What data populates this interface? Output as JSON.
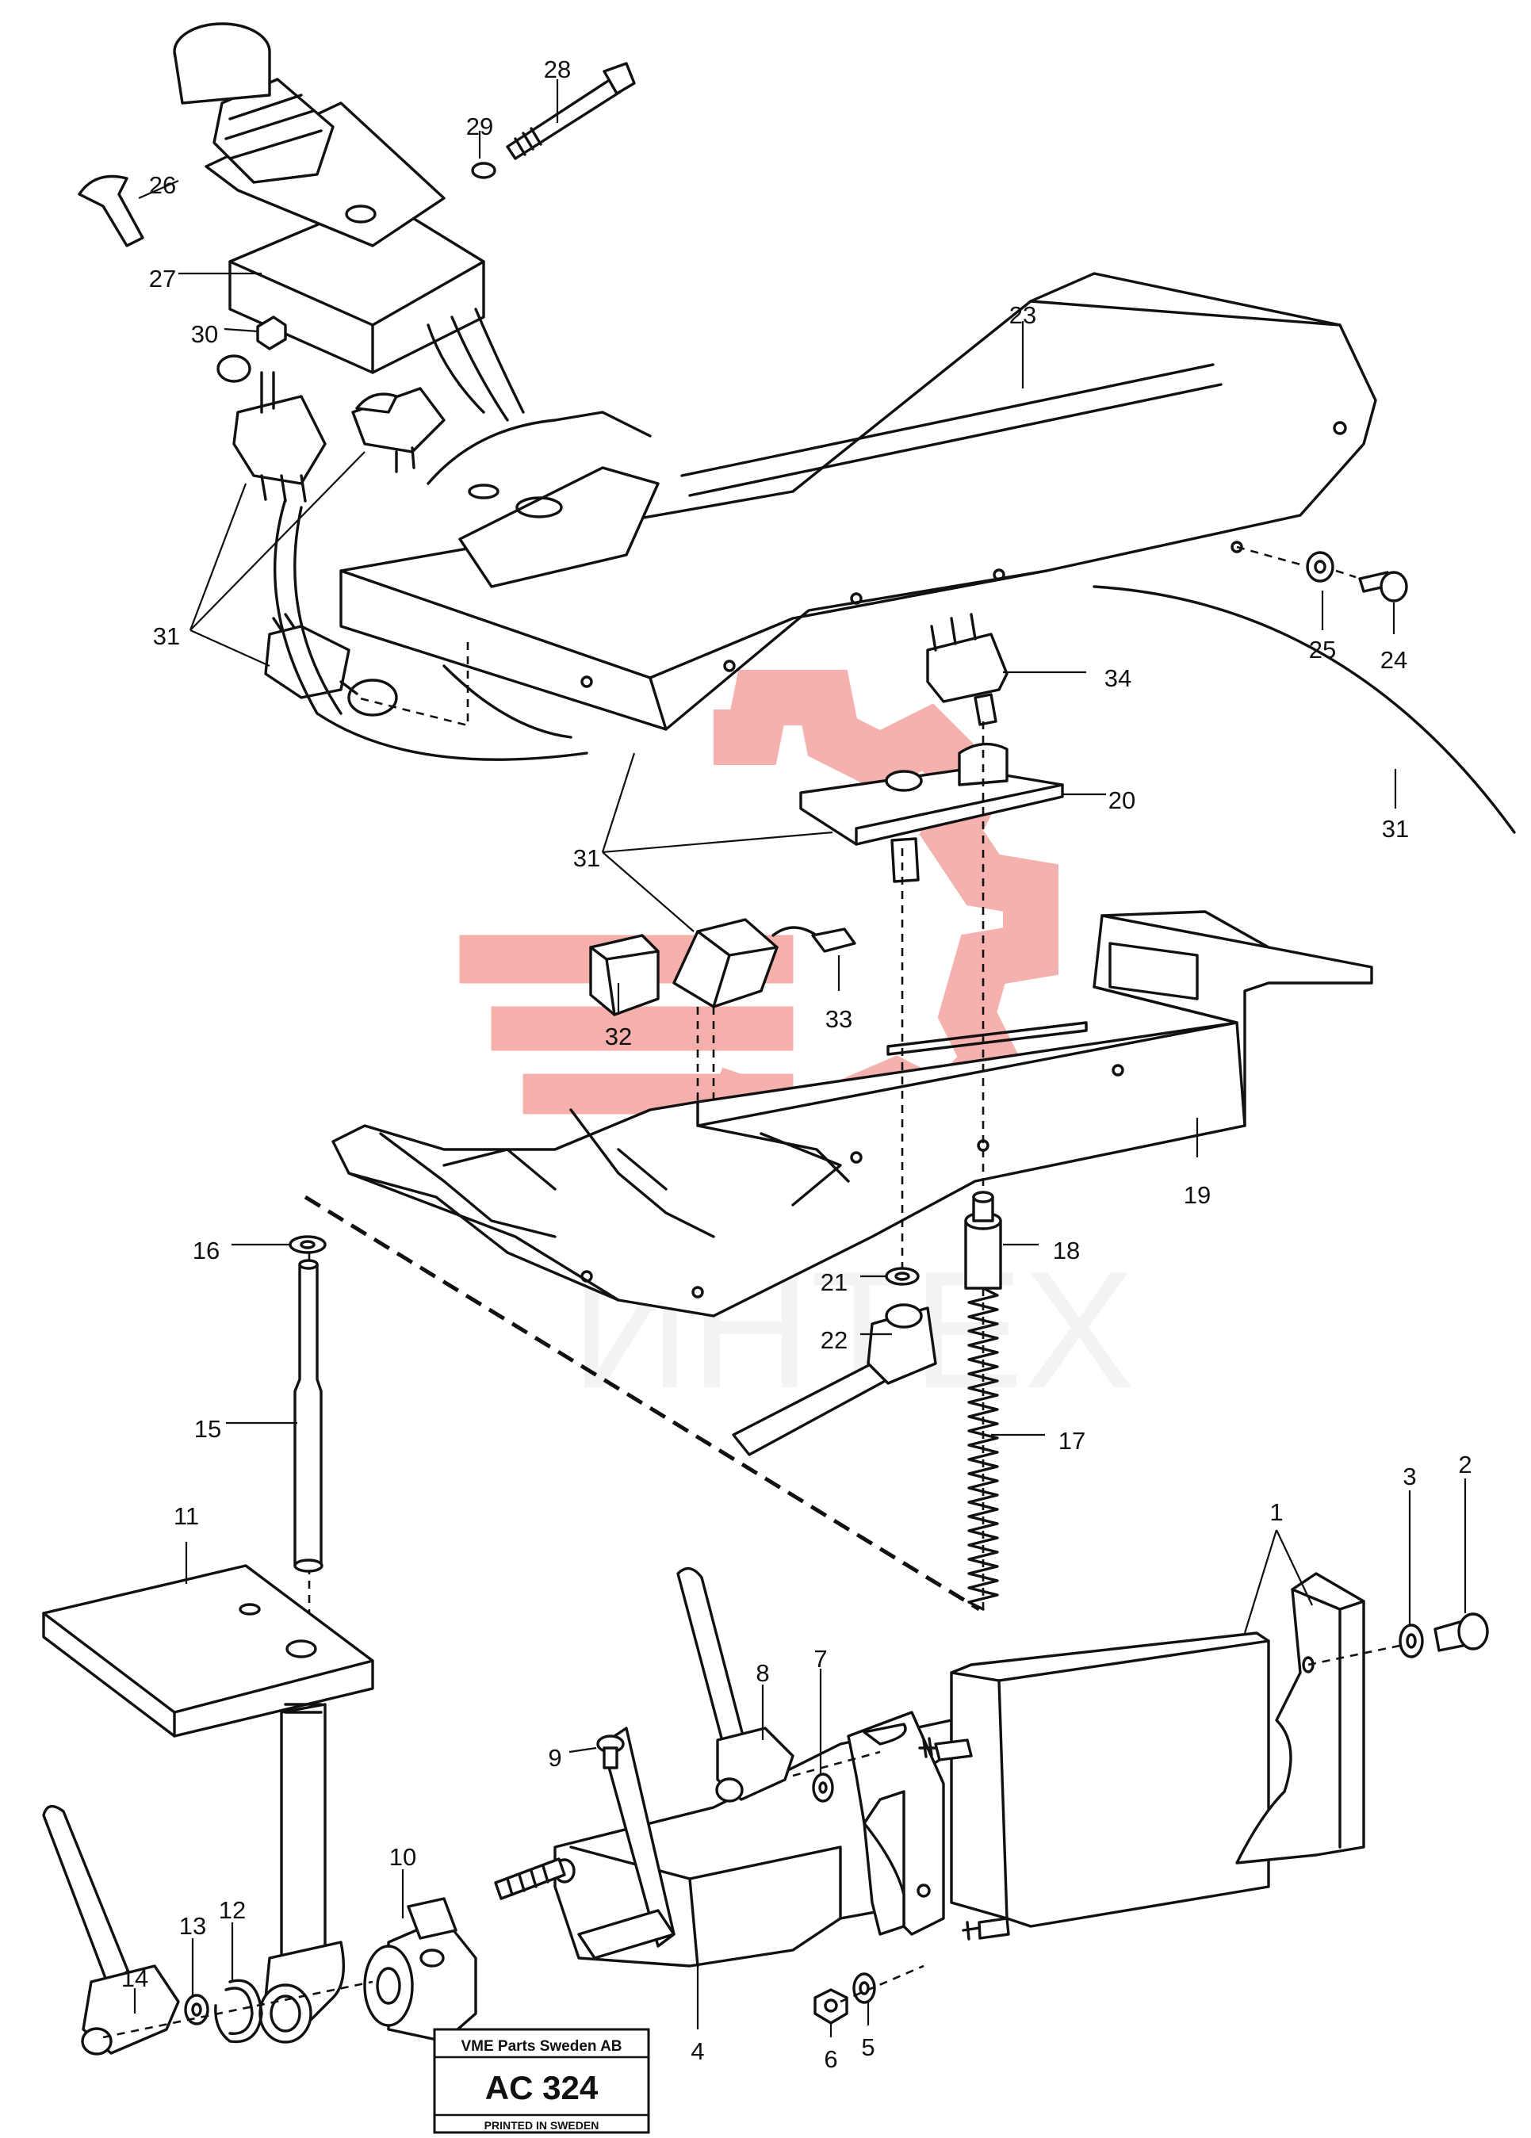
{
  "watermark": {
    "text": "ИНТЕХ",
    "color": "#e8453c"
  },
  "callouts": [
    {
      "id": "c28",
      "label": "28"
    },
    {
      "id": "c29",
      "label": "29"
    },
    {
      "id": "c26",
      "label": "26"
    },
    {
      "id": "c27",
      "label": "27"
    },
    {
      "id": "c30",
      "label": "30"
    },
    {
      "id": "c23",
      "label": "23"
    },
    {
      "id": "c31a",
      "label": "31"
    },
    {
      "id": "c25",
      "label": "25"
    },
    {
      "id": "c24",
      "label": "24"
    },
    {
      "id": "c34",
      "label": "34"
    },
    {
      "id": "c20",
      "label": "20"
    },
    {
      "id": "c31b",
      "label": "31"
    },
    {
      "id": "c31c",
      "label": "31"
    },
    {
      "id": "c33",
      "label": "33"
    },
    {
      "id": "c32",
      "label": "32"
    },
    {
      "id": "c19",
      "label": "19"
    },
    {
      "id": "c16",
      "label": "16"
    },
    {
      "id": "c18",
      "label": "18"
    },
    {
      "id": "c21",
      "label": "21"
    },
    {
      "id": "c22",
      "label": "22"
    },
    {
      "id": "c15",
      "label": "15"
    },
    {
      "id": "c17",
      "label": "17"
    },
    {
      "id": "c3",
      "label": "3"
    },
    {
      "id": "c2",
      "label": "2"
    },
    {
      "id": "c1",
      "label": "1"
    },
    {
      "id": "c11",
      "label": "11"
    },
    {
      "id": "c8",
      "label": "8"
    },
    {
      "id": "c7",
      "label": "7"
    },
    {
      "id": "c9",
      "label": "9"
    },
    {
      "id": "c10",
      "label": "10"
    },
    {
      "id": "c12",
      "label": "12"
    },
    {
      "id": "c13",
      "label": "13"
    },
    {
      "id": "c14",
      "label": "14"
    },
    {
      "id": "c4",
      "label": "4"
    },
    {
      "id": "c6",
      "label": "6"
    },
    {
      "id": "c5",
      "label": "5"
    }
  ],
  "stamp": {
    "company": "VME Parts Sweden AB",
    "code": "AC 324",
    "footer": "PRINTED IN SWEDEN"
  }
}
